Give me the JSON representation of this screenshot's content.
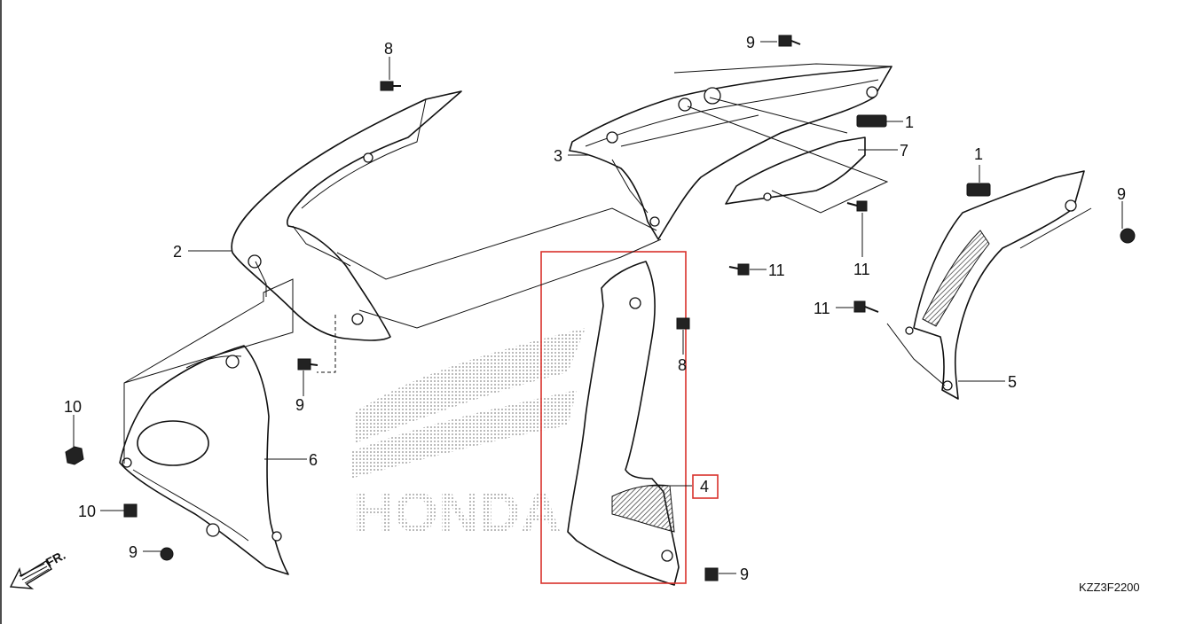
{
  "diagram": {
    "code": "KZZ3F2200",
    "direction_label": "FR.",
    "watermark": "HONDA",
    "highlight_color": "#d9312b",
    "callouts": {
      "c1a": "1",
      "c1b": "1",
      "c2": "2",
      "c3": "3",
      "c4": "4",
      "c5": "5",
      "c6": "6",
      "c7": "7",
      "c8a": "8",
      "c8b": "8",
      "c9a": "9",
      "c9b": "9",
      "c9c": "9",
      "c9d": "9",
      "c9e": "9",
      "c10a": "10",
      "c10b": "10",
      "c11a": "11",
      "c11b": "11",
      "c11c": "11"
    }
  }
}
